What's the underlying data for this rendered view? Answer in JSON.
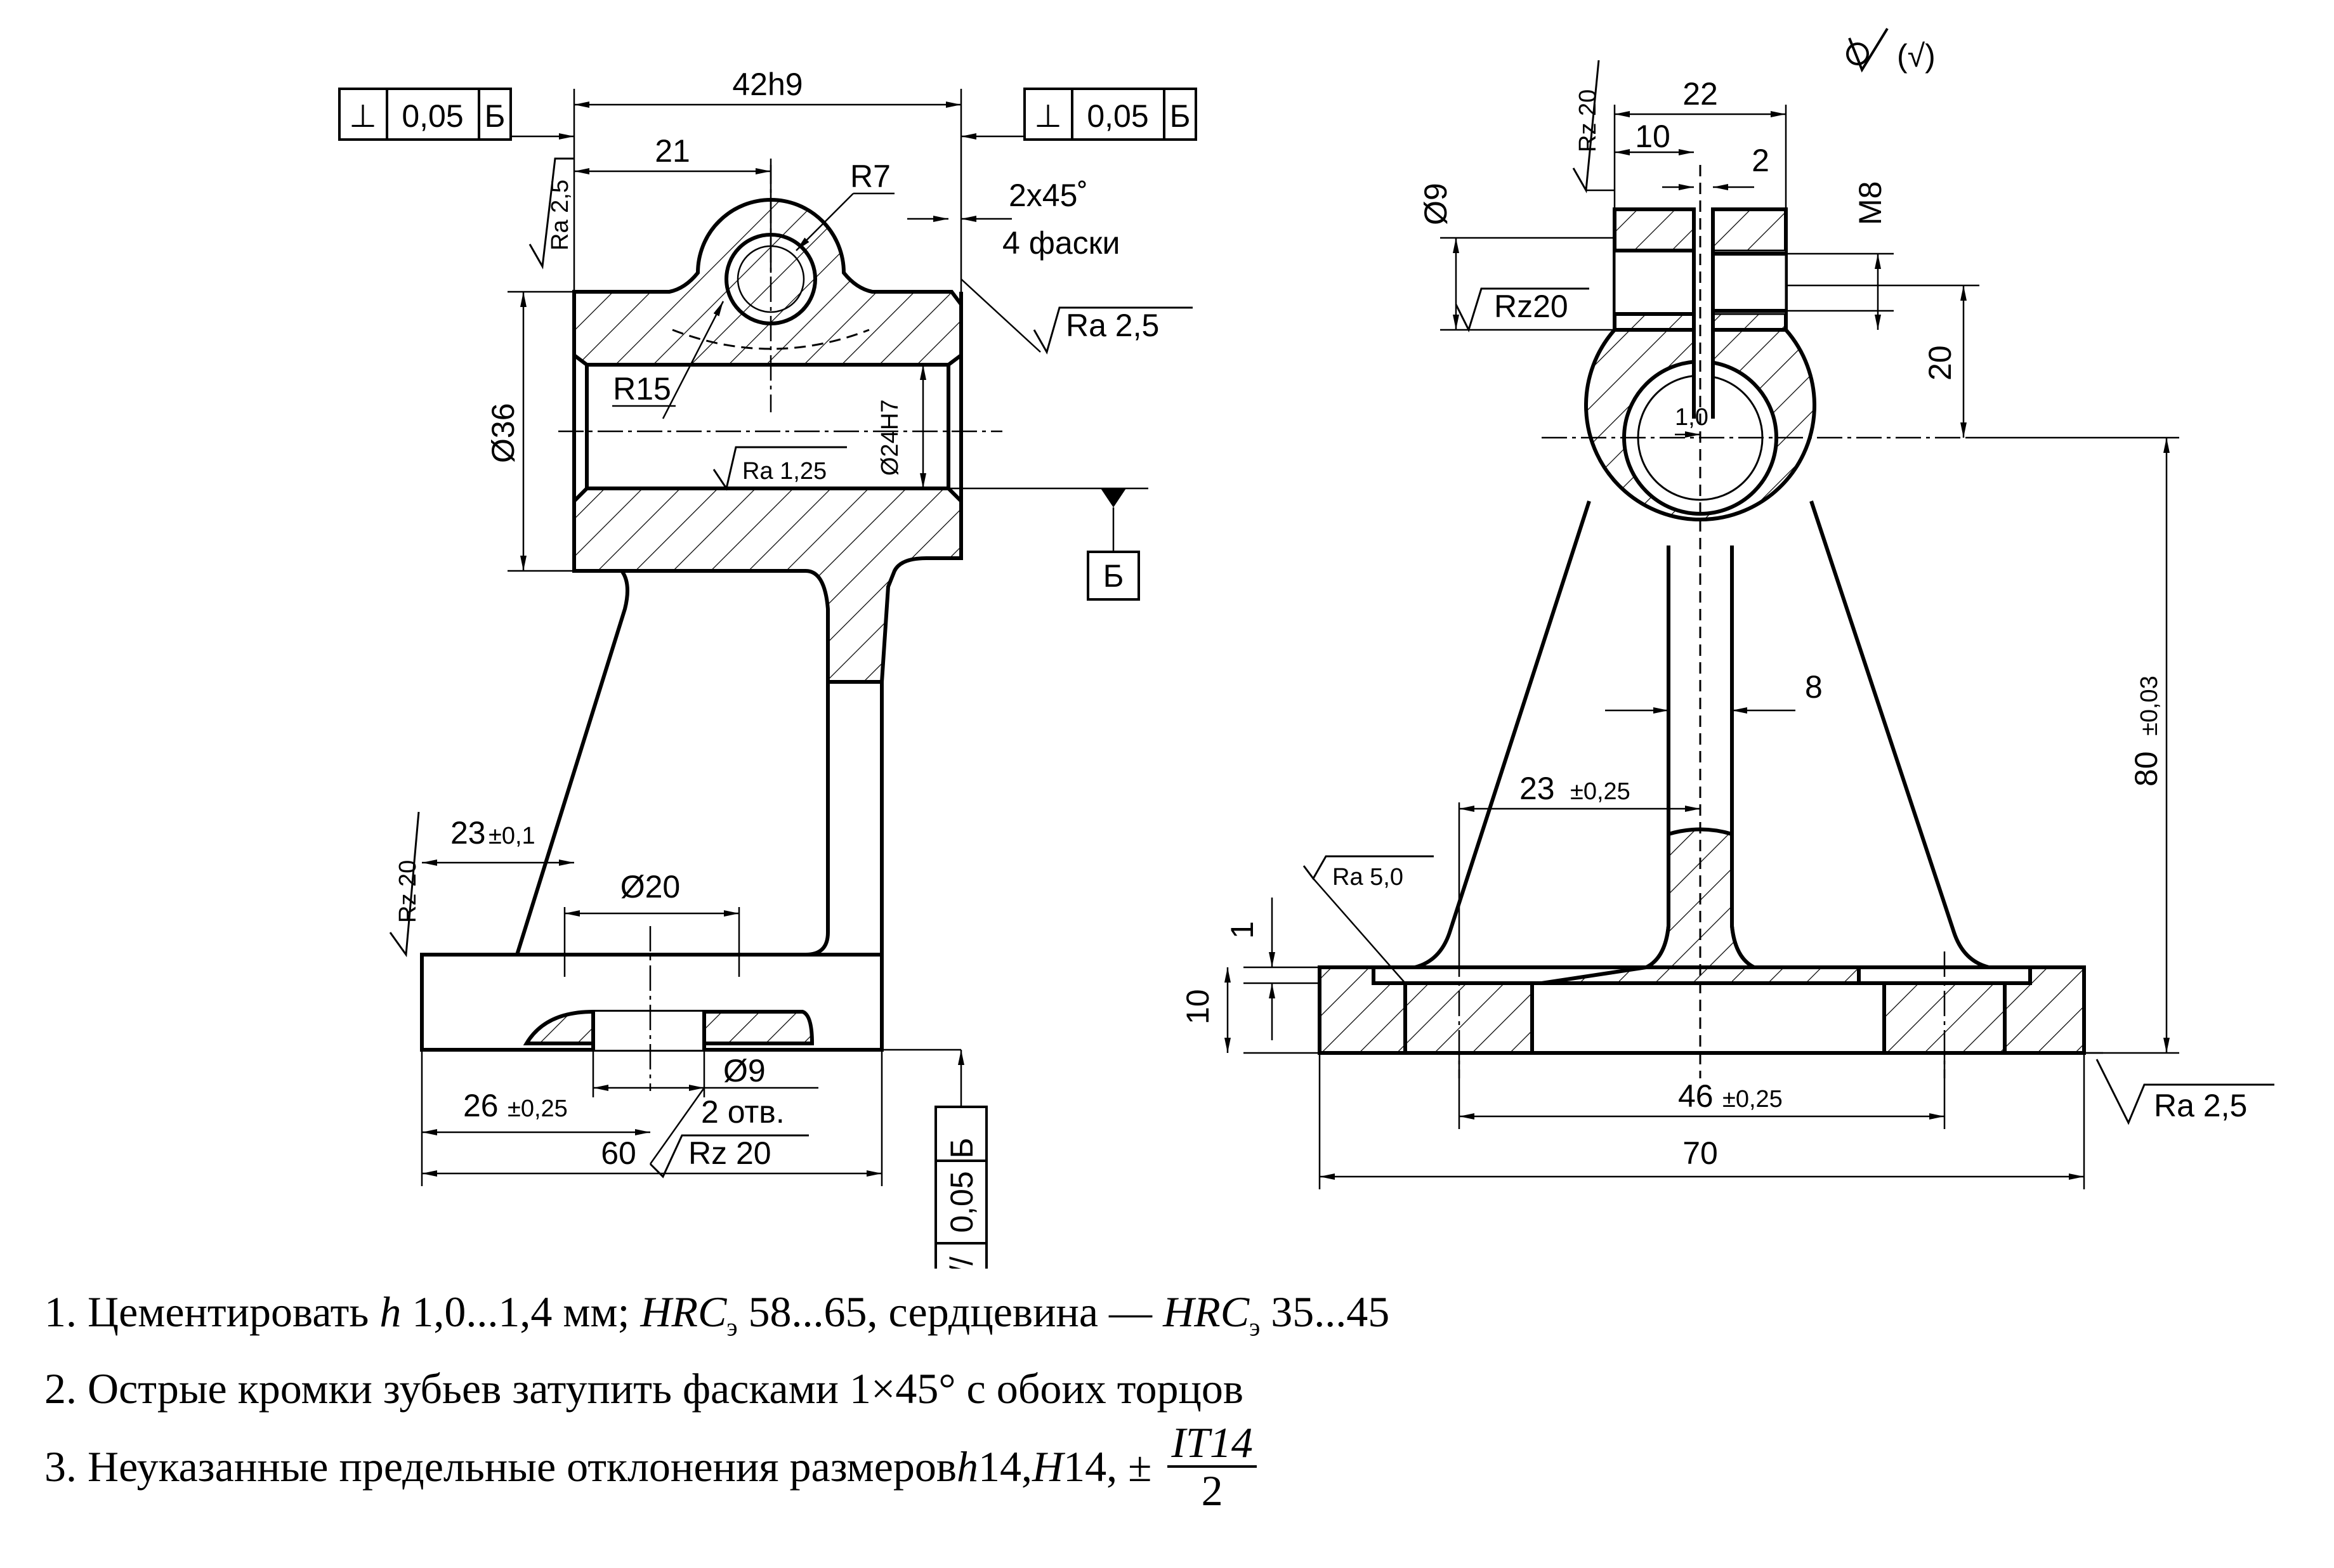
{
  "left_view": {
    "tol_frame_left": {
      "symbol": "⊥",
      "value": "0,05",
      "datum": "Б"
    },
    "tol_frame_right": {
      "symbol": "⊥",
      "value": "0,05",
      "datum": "Б"
    },
    "dim_width": "42h9",
    "dim_hub_offset": "21",
    "dim_r7": "R7",
    "dim_r15": "R15",
    "chamfer_1": "2x45˚",
    "chamfer_2": "4 фаски",
    "rough_top_left": "Ra 2,5",
    "rough_right": "Ra 2,5",
    "rough_bore": "Ra 1,25",
    "dim_d36": "Ø36",
    "dim_d24": "Ø24H7",
    "datum_letter": "Б",
    "rough_side": "Rz 20",
    "dim_23": "23",
    "dim_23_tol": "±0,1",
    "dim_d20": "Ø20",
    "dim_26": "26",
    "dim_26_tol": "±0,25",
    "dim_d9": "Ø9",
    "holes": "2 отв.",
    "rough_holes": "Rz 20",
    "dim_60": "60",
    "parallel_frame": {
      "symbol": "//",
      "value": "0,05",
      "datum": "Б"
    }
  },
  "right_view": {
    "general_rough": "(√)",
    "rough_top": "Rz 20",
    "dim_22": "22",
    "dim_10": "10",
    "dim_2": "2",
    "dim_d9": "Ø9",
    "dim_m8": "M8",
    "rough_slot": "Rz20",
    "dim_20": "20",
    "dim_1_0": "1,0",
    "dim_8": "8",
    "dim_80": "80",
    "dim_80_tol": "±0,03",
    "dim_23": "23",
    "dim_23_tol": "±0,25",
    "rough_flange": "Ra 5,0",
    "dim_1": "1",
    "dim_10_base": "10",
    "dim_46": "46",
    "dim_46_tol": "±0,25",
    "dim_70": "70",
    "rough_base": "Ra 2,5"
  },
  "notes": {
    "n1_a": "1. Цементировать ",
    "n1_h": "h",
    "n1_b": " 1,0...1,4 мм; ",
    "n1_hrc1": "HRC",
    "n1_e1": "э",
    "n1_c": " 58...65, сердцевина — ",
    "n1_hrc2": "HRC",
    "n1_e2": "э",
    "n1_d": " 35...45",
    "n2": "2. Острые кромки зубьев затупить фасками 1×45° с обоих торцов",
    "n3_a": "3. Неуказанные предельные отклонения размеров ",
    "n3_h": "h",
    "n3_b": "14, ",
    "n3_H": "H",
    "n3_c": "14, ± ",
    "n3_num": "IT14",
    "n3_den": "2"
  }
}
